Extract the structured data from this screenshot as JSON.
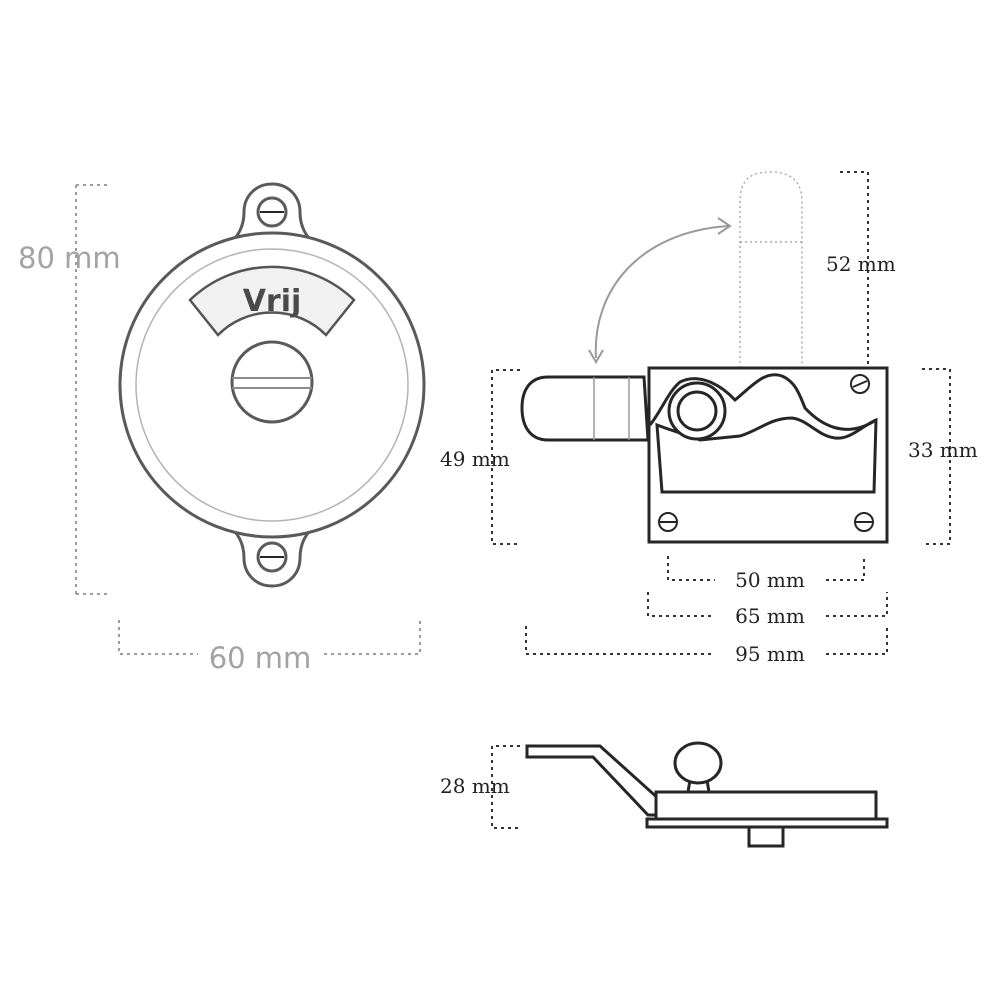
{
  "indicator": {
    "window_text": "Vrij",
    "height_label": "80 mm",
    "width_label": "60 mm"
  },
  "latch_front": {
    "lever_travel_label": "52 mm",
    "total_height_label": "49 mm",
    "plate_height_label": "33 mm",
    "screw_spacing_label": "50 mm",
    "plate_width_label": "65 mm",
    "total_width_label": "95 mm"
  },
  "latch_side": {
    "depth_label": "28 mm"
  }
}
